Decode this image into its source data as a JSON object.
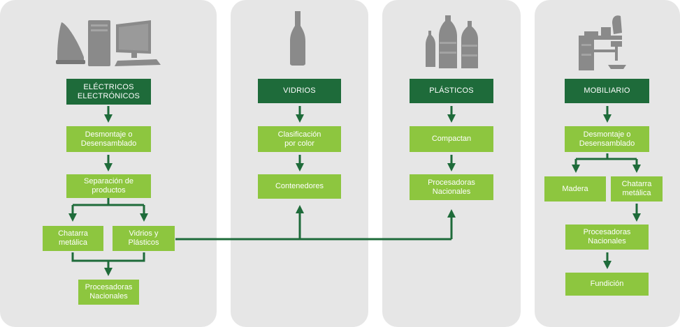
{
  "colors": {
    "panel": "#e6e6e6",
    "header": "#1e6b3a",
    "step": "#8dc63f",
    "arrow": "#1e6b3a",
    "icon": "#8a8a8a"
  },
  "columns": {
    "electricos": {
      "icons": [
        "iron-icon",
        "computer-icon"
      ],
      "header": "ELÉCTRICOS\nELECTRÓNICOS",
      "desmontaje": "Desmontaje o\nDesensamblado",
      "separacion": "Separación de\nproductos",
      "chatarra": "Chatarra\nmetálica",
      "vidrios_plasticos": "Vidrios y\nPlásticos",
      "procesadoras": "Procesadoras\nNacionales"
    },
    "vidrios": {
      "icons": [
        "glass-bottle-icon"
      ],
      "header": "VIDRIOS",
      "clasificacion": "Clasificación\npor color",
      "contenedores": "Contenedores"
    },
    "plasticos": {
      "icons": [
        "plastic-bottles-icon"
      ],
      "header": "PLÁSTICOS",
      "compactan": "Compactan",
      "procesadoras": "Procesadoras\nNacionales"
    },
    "mobiliario": {
      "icons": [
        "office-furniture-icon"
      ],
      "header": "MOBILIARIO",
      "desmontaje": "Desmontaje o\nDesensamblado",
      "madera": "Madera",
      "chatarra": "Chatarra\nmetálica",
      "procesadoras": "Procesadoras\nNacionales",
      "fundicion": "Fundición"
    }
  }
}
